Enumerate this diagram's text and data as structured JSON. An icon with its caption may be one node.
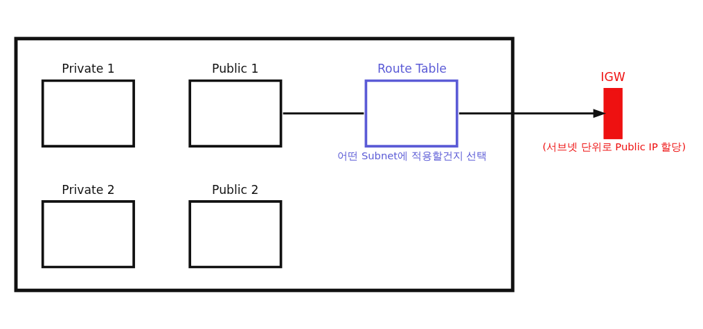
{
  "diagram": {
    "nodes": [
      {
        "text": [],
        "shape": "box"
      },
      {
        "text": [
          "Private 1"
        ],
        "in": 0
      },
      {
        "text": [
          "Public 1"
        ],
        "in": 0
      },
      {
        "text": [
          "Private 2"
        ],
        "in": 0
      },
      {
        "text": [
          "Public 2"
        ],
        "in": 0
      },
      {
        "text": [
          "Route Table"
        ],
        "in": 0,
        "beside": [
          "어떤 Subnet에 적용할건지 선택"
        ]
      },
      {
        "text": [
          "IGW"
        ],
        "beside": [
          "(서브넷 단위로 Public IP 할당)"
        ]
      }
    ],
    "edges": [
      {
        "from": 2,
        "to": 5,
        "arrow": "none"
      },
      {
        "from": 5,
        "to": 6,
        "arrow": "to"
      }
    ]
  }
}
